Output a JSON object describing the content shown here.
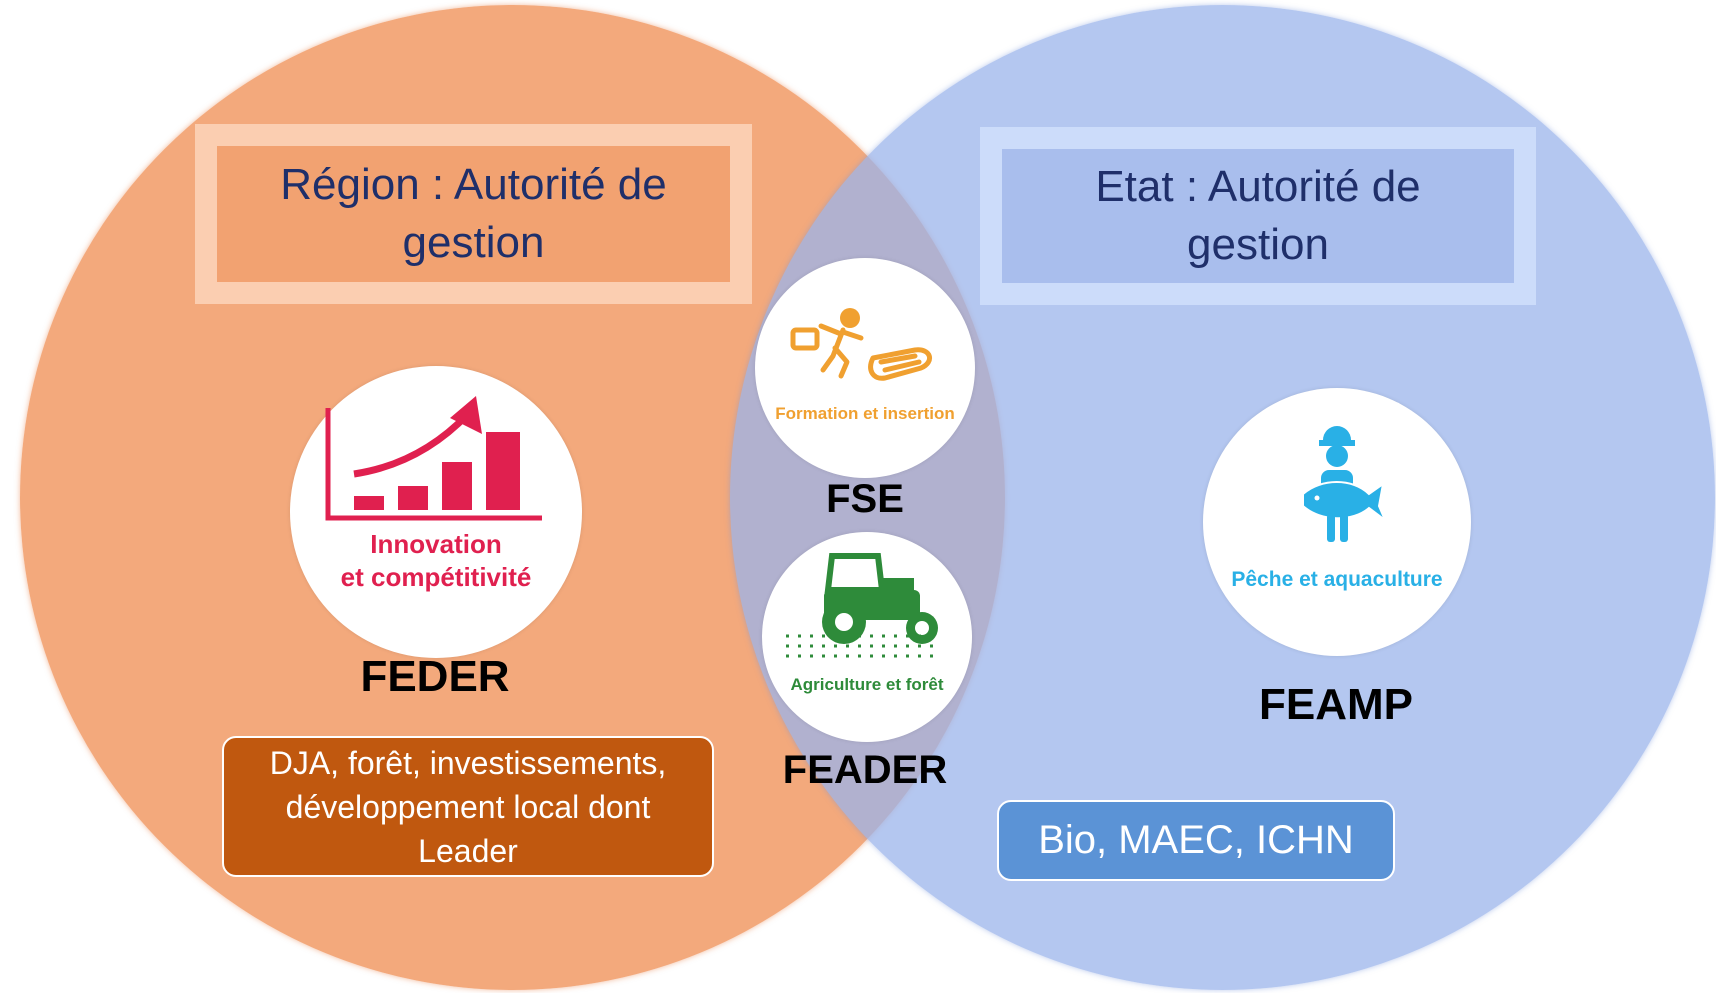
{
  "region_authority": {
    "text": "Région : Autorité de gestion"
  },
  "state_authority": {
    "text": "Etat : Autorité de gestion"
  },
  "funds": {
    "feder": {
      "icon_label_line1": "Innovation",
      "icon_label_line2": "et compétitivité",
      "name": "FEDER",
      "icon": "rising-chart-icon",
      "color": "#e0204f"
    },
    "fse": {
      "icon_label": "Formation et insertion",
      "name": "FSE",
      "icon": "runner-hand-icon",
      "color": "#f0a030"
    },
    "feader": {
      "icon_label": "Agriculture et forêt",
      "name": "FEADER",
      "icon": "tractor-icon",
      "color": "#2e8b3a"
    },
    "feamp": {
      "icon_label": "Pêche et aquaculture",
      "name": "FEAMP",
      "icon": "fisherman-icon",
      "color": "#29b0e6"
    }
  },
  "boxes": {
    "left": {
      "text": "DJA, forêt, investissements, développement local dont Leader"
    },
    "right": {
      "text": "Bio, MAEC, ICHN"
    }
  },
  "colors": {
    "left_circle": "#f0965f",
    "right_circle": "#9bb4eb",
    "left_box": "#c0580f",
    "right_box": "#5b93d6",
    "authority_text": "#1f2f6a"
  }
}
